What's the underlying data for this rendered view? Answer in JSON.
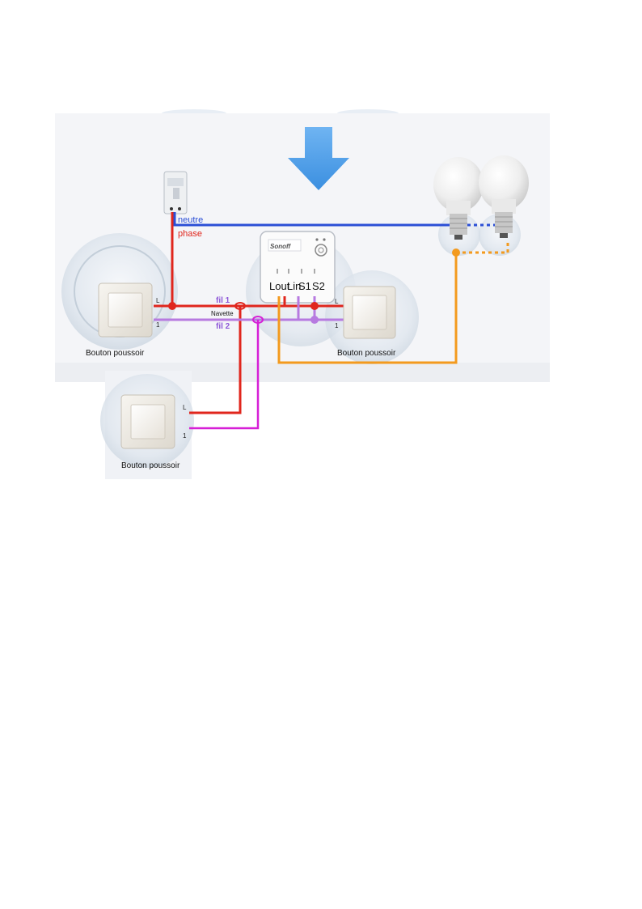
{
  "labels": {
    "neutre": "neutre",
    "phase": "phase",
    "fil1": "fil 1",
    "fil2": "fil 2",
    "navette": "Navette",
    "bouton_left": "Bouton poussoir",
    "bouton_right": "Bouton poussoir",
    "bouton_bottom": "Bouton poussoir",
    "term_L_left": "L",
    "term_1_left": "1",
    "term_L_right": "L",
    "term_1_right": "1",
    "term_L_bottom": "L",
    "term_1_bottom": "1",
    "sonoff_brand": "Sonoff",
    "sonoff_lout": "Lout",
    "sonoff_lin": "Lin",
    "sonoff_s1": "S1",
    "sonoff_s2": "S2"
  },
  "colors": {
    "neutre": "#2b4fd6",
    "phase": "#e0261d",
    "fil2": "#b77ae0",
    "navette": "#d61fd6",
    "lamp_feed": "#f39a1e",
    "arrow": "#4a9eea",
    "panel_bg": "#f4f5f8"
  },
  "icons": [
    "down-arrow-icon",
    "circuit-breaker-icon",
    "light-bulb-icon",
    "sonoff-module-icon",
    "push-button-switch-icon",
    "junction-box-icon"
  ]
}
